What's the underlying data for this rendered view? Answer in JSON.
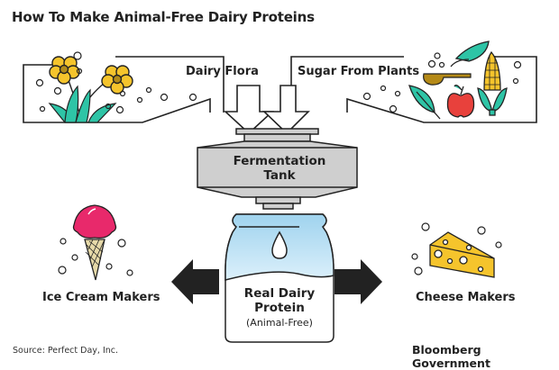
{
  "title": "How To Make Animal-Free Dairy Proteins",
  "inputs": {
    "left": {
      "label": "Dairy Flora",
      "icons": [
        "flower-icon",
        "flower-icon",
        "leaves-icon"
      ]
    },
    "right": {
      "label": "Sugar From Plants",
      "icons": [
        "leaf-icon",
        "spoon-icon",
        "apple-icon",
        "corn-icon"
      ]
    }
  },
  "process": {
    "line1": "Fermentation",
    "line2": "Tank"
  },
  "product": {
    "line1": "Real Dairy",
    "line2": "Protein",
    "sub": "(Animal-Free)"
  },
  "outputs": {
    "left": {
      "label": "Ice Cream Makers",
      "icon": "ice-cream-icon"
    },
    "right": {
      "label": "Cheese Makers",
      "icon": "cheese-icon"
    }
  },
  "footer": {
    "source": "Source: Perfect Day, Inc.",
    "brand": "Bloomberg Government"
  },
  "colors": {
    "flower": "#f5c42c",
    "leaf": "#2ec4a6",
    "apple": "#e8413c",
    "icecream": "#e8296b",
    "cone": "#e6d9a8",
    "cheese": "#f5c42c",
    "jar_top": "#a9d8f0",
    "tank": "#cfcfcf",
    "arrow": "#222222",
    "stroke": "#222222"
  }
}
